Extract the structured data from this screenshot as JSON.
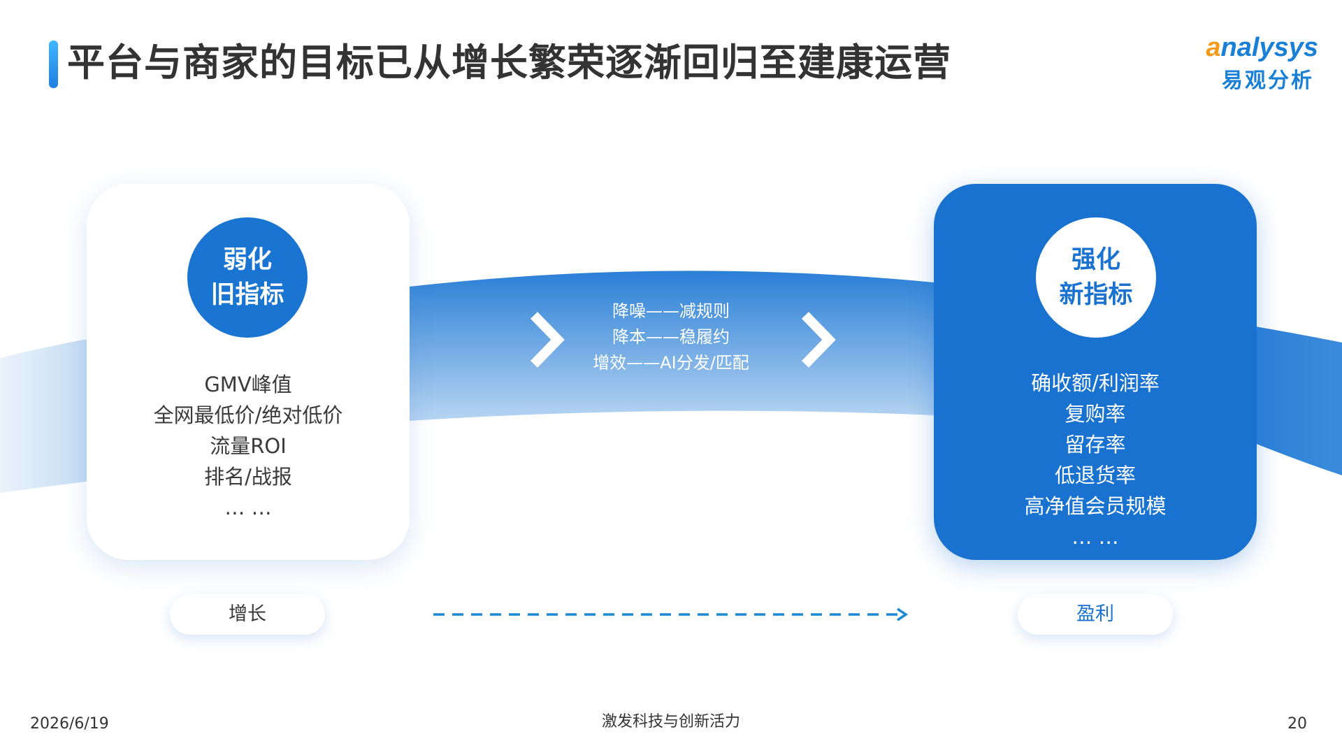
{
  "title": "平台与商家的目标已从增长繁荣逐渐回归至建康运营",
  "logo": {
    "en_first": "a",
    "en_rest": "nalysys",
    "cn": "易观分析"
  },
  "left_card": {
    "circle_line1": "弱化",
    "circle_line2": "旧指标",
    "items": [
      "GMV峰值",
      "全网最低价/绝对低价",
      "流量ROI",
      "排名/战报",
      "… …"
    ]
  },
  "right_card": {
    "circle_line1": "强化",
    "circle_line2": "新指标",
    "items": [
      "确收额/利润率",
      "复购率",
      "留存率",
      "低退货率",
      "高净值会员规模",
      "… …"
    ]
  },
  "middle": {
    "lines": [
      "降噪——减规则",
      "降本——稳履约",
      "增效——AI分发/匹配"
    ]
  },
  "pills": {
    "left": "增长",
    "right": "盈利"
  },
  "footer": {
    "date": "2026/6/19",
    "center": "激发科技与创新活力",
    "page": "20"
  },
  "colors": {
    "primary": "#1a72d0",
    "accent": "#f39a1b",
    "band_light": "#a9cdf0"
  }
}
